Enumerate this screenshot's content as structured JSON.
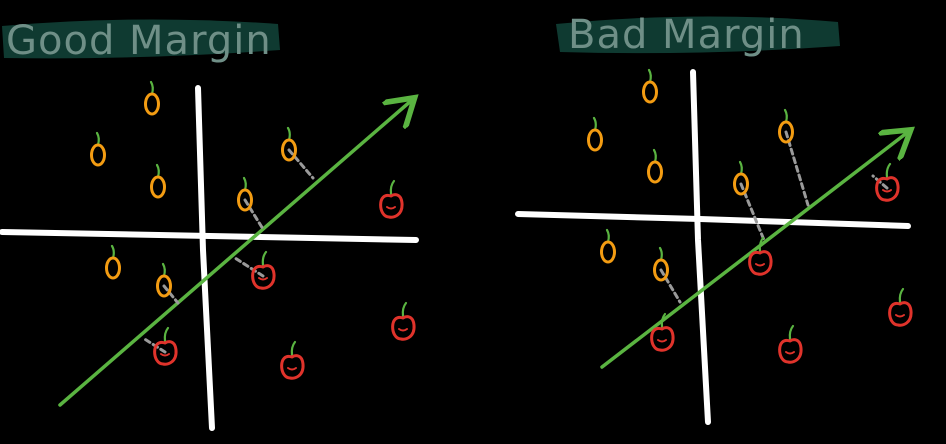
{
  "panels": [
    {
      "id": "good",
      "title": "Good Margin",
      "oranges": [
        [
          152,
          104
        ],
        [
          98,
          155
        ],
        [
          158,
          187
        ],
        [
          289,
          150
        ],
        [
          245,
          200
        ],
        [
          113,
          268
        ],
        [
          164,
          286
        ]
      ],
      "apples": [
        [
          391,
          205
        ],
        [
          263,
          276
        ],
        [
          165,
          352
        ],
        [
          292,
          366
        ],
        [
          403,
          327
        ]
      ],
      "margin_links": [
        [
          [
            245,
            200
          ],
          [
            263,
            229
          ]
        ],
        [
          [
            289,
            150
          ],
          [
            313,
            178
          ]
        ],
        [
          [
            263,
            276
          ],
          [
            235,
            258
          ]
        ],
        [
          [
            165,
            352
          ],
          [
            143,
            338
          ]
        ],
        [
          [
            164,
            286
          ],
          [
            178,
            303
          ]
        ]
      ]
    },
    {
      "id": "bad",
      "title": "Bad Margin",
      "oranges": [
        [
          650,
          92
        ],
        [
          595,
          140
        ],
        [
          655,
          172
        ],
        [
          786,
          132
        ],
        [
          741,
          184
        ],
        [
          608,
          252
        ],
        [
          661,
          270
        ]
      ],
      "apples": [
        [
          887,
          188
        ],
        [
          760,
          262
        ],
        [
          662,
          338
        ],
        [
          790,
          350
        ],
        [
          900,
          313
        ]
      ],
      "margin_links": [
        [
          [
            786,
            132
          ],
          [
            808,
            205
          ]
        ],
        [
          [
            741,
            184
          ],
          [
            764,
            240
          ]
        ],
        [
          [
            661,
            270
          ],
          [
            680,
            302
          ]
        ],
        [
          [
            887,
            188
          ],
          [
            873,
            176
          ]
        ]
      ]
    }
  ],
  "colors": {
    "axis": "#ffffff",
    "separator": "#5ab441",
    "orange": "#f39c12",
    "apple": "#e0332b",
    "stem": "#5ab441",
    "link": "#9a9a9a",
    "title_highlight": "#0f3a31",
    "title_text": "#6f8f87"
  }
}
